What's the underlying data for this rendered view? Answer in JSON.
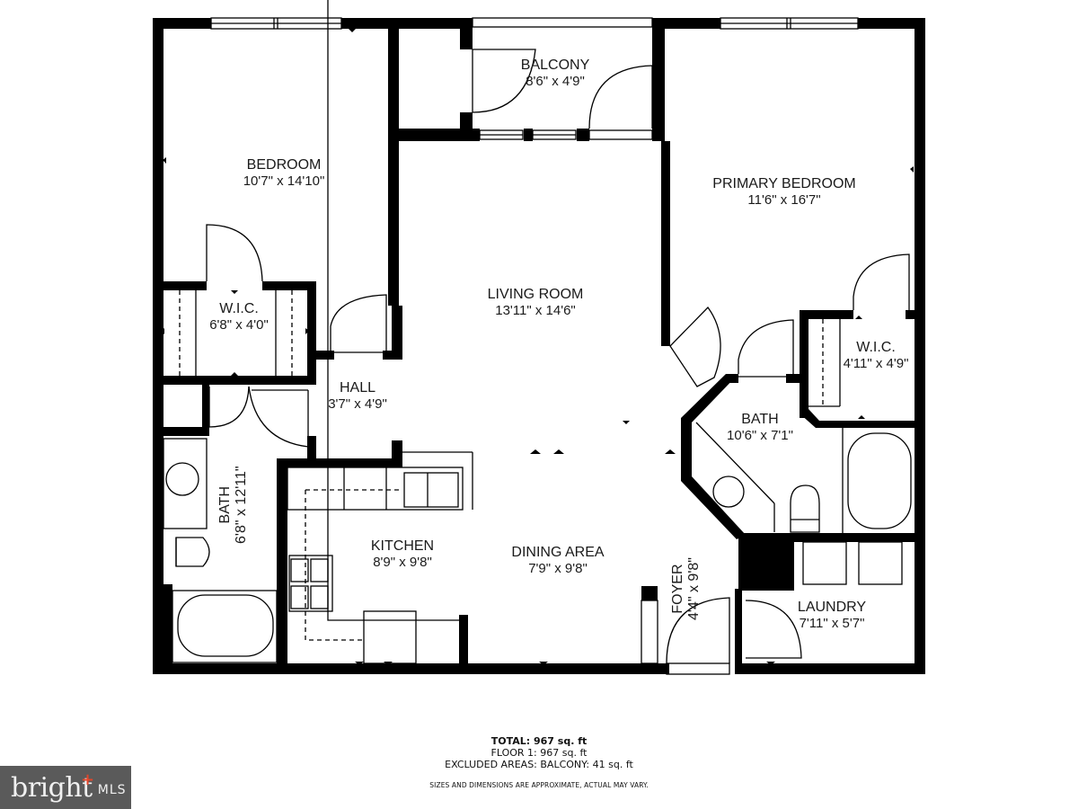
{
  "floorplan": {
    "rooms": [
      {
        "id": "bedroom",
        "name": "BEDROOM",
        "dimensions": "10'7\" x 14'10\""
      },
      {
        "id": "balcony",
        "name": "BALCONY",
        "dimensions": "8'6\" x 4'9\""
      },
      {
        "id": "primary_bedroom",
        "name": "PRIMARY BEDROOM",
        "dimensions": "11'6\" x 16'7\""
      },
      {
        "id": "wic_left",
        "name": "W.I.C.",
        "dimensions": "6'8\" x 4'0\""
      },
      {
        "id": "living_room",
        "name": "LIVING ROOM",
        "dimensions": "13'11\" x 14'6\""
      },
      {
        "id": "wic_right",
        "name": "W.I.C.",
        "dimensions": "4'11\" x 4'9\""
      },
      {
        "id": "hall",
        "name": "HALL",
        "dimensions": "3'7\" x 4'9\""
      },
      {
        "id": "bath_primary",
        "name": "BATH",
        "dimensions": "10'6\" x 7'1\""
      },
      {
        "id": "bath_left",
        "name": "BATH",
        "dimensions": "6'8\" x 12'11\""
      },
      {
        "id": "kitchen",
        "name": "KITCHEN",
        "dimensions": "8'9\" x 9'8\""
      },
      {
        "id": "dining_area",
        "name": "DINING AREA",
        "dimensions": "7'9\" x 9'8\""
      },
      {
        "id": "foyer",
        "name": "FOYER",
        "dimensions": "4'4\" x 9'8\""
      },
      {
        "id": "laundry",
        "name": "LAUNDRY",
        "dimensions": "7'11\" x 5'7\""
      }
    ]
  },
  "summary": {
    "total": "TOTAL: 967 sq. ft",
    "floor1": "FLOOR 1: 967 sq. ft",
    "excluded": "EXCLUDED AREAS: BALCONY: 41 sq. ft",
    "disclaimer": "SIZES AND DIMENSIONS ARE APPROXIMATE, ACTUAL MAY VARY."
  },
  "logo": {
    "word": "bright",
    "suffix": "MLS",
    "accent_color": "#e2452a",
    "background": "#5a5a5a"
  }
}
